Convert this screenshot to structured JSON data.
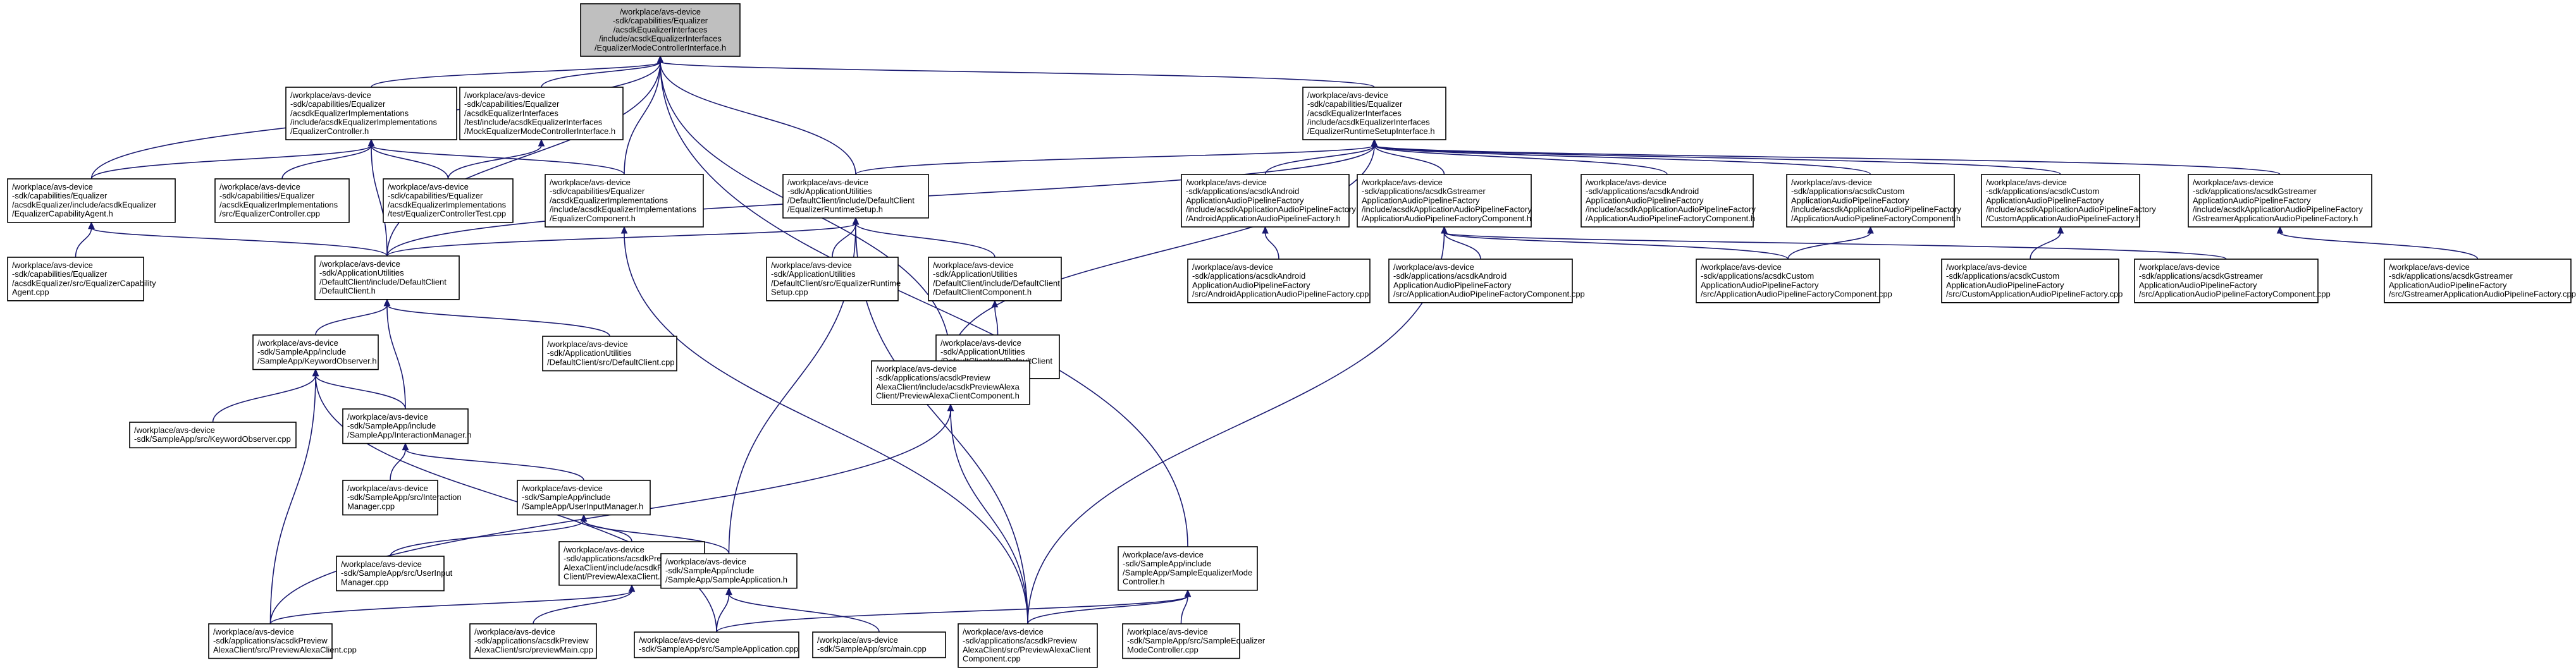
{
  "diagram": {
    "type": "include-dependency-graph",
    "nodes": [
      {
        "id": "root",
        "lines": [
          "/workplace/avs-device",
          "-sdk/capabilities/Equalizer",
          "/acsdkEqualizerInterfaces",
          "/include/acsdkEqualizerInterfaces",
          "/EqualizerModeControllerInterface.h"
        ]
      },
      {
        "id": "ec_h",
        "lines": [
          "/workplace/avs-device",
          "-sdk/capabilities/Equalizer",
          "/acsdkEqualizerImplementations",
          "/include/acsdkEqualizerImplementations",
          "/EqualizerController.h"
        ]
      },
      {
        "id": "mock_h",
        "lines": [
          "/workplace/avs-device",
          "-sdk/capabilities/Equalizer",
          "/acsdkEqualizerInterfaces",
          "/test/include/acsdkEqualizerInterfaces",
          "/MockEqualizerModeControllerInterface.h"
        ]
      },
      {
        "id": "ersi_h",
        "lines": [
          "/workplace/avs-device",
          "-sdk/capabilities/Equalizer",
          "/acsdkEqualizerInterfaces",
          "/include/acsdkEqualizerInterfaces",
          "/EqualizerRuntimeSetupInterface.h"
        ]
      },
      {
        "id": "eca_h",
        "lines": [
          "/workplace/avs-device",
          "-sdk/capabilities/Equalizer",
          "/acsdkEqualizer/include/acsdkEqualizer",
          "/EqualizerCapabilityAgent.h"
        ]
      },
      {
        "id": "ec_cpp",
        "lines": [
          "/workplace/avs-device",
          "-sdk/capabilities/Equalizer",
          "/acsdkEqualizerImplementations",
          "/src/EqualizerController.cpp"
        ]
      },
      {
        "id": "ectest_cpp",
        "lines": [
          "/workplace/avs-device",
          "-sdk/capabilities/Equalizer",
          "/acsdkEqualizerImplementations",
          "/test/EqualizerControllerTest.cpp"
        ]
      },
      {
        "id": "ecomp_h",
        "lines": [
          "/workplace/avs-device",
          "-sdk/capabilities/Equalizer",
          "/acsdkEqualizerImplementations",
          "/include/acsdkEqualizerImplementations",
          "/EqualizerComponent.h"
        ]
      },
      {
        "id": "ers_h",
        "lines": [
          "/workplace/avs-device",
          "-sdk/ApplicationUtilities",
          "/DefaultClient/include/DefaultClient",
          "/EqualizerRuntimeSetup.h"
        ]
      },
      {
        "id": "aapf_h",
        "lines": [
          "/workplace/avs-device",
          "-sdk/applications/acsdkAndroid",
          "ApplicationAudioPipelineFactory",
          "/include/acsdkApplicationAudioPipelineFactory",
          "/AndroidApplicationAudioPipelineFactory.h"
        ]
      },
      {
        "id": "gapfc_h",
        "lines": [
          "/workplace/avs-device",
          "-sdk/applications/acsdkGstreamer",
          "ApplicationAudioPipelineFactory",
          "/include/acsdkApplicationAudioPipelineFactory",
          "/ApplicationAudioPipelineFactoryComponent.h"
        ]
      },
      {
        "id": "aapfc_h",
        "lines": [
          "/workplace/avs-device",
          "-sdk/applications/acsdkAndroid",
          "ApplicationAudioPipelineFactory",
          "/include/acsdkApplicationAudioPipelineFactory",
          "/ApplicationAudioPipelineFactoryComponent.h"
        ]
      },
      {
        "id": "capfc_h",
        "lines": [
          "/workplace/avs-device",
          "-sdk/applications/acsdkCustom",
          "ApplicationAudioPipelineFactory",
          "/include/acsdkApplicationAudioPipelineFactory",
          "/ApplicationAudioPipelineFactoryComponent.h"
        ]
      },
      {
        "id": "capf_h",
        "lines": [
          "/workplace/avs-device",
          "-sdk/applications/acsdkCustom",
          "ApplicationAudioPipelineFactory",
          "/include/acsdkApplicationAudioPipelineFactory",
          "/CustomApplicationAudioPipelineFactory.h"
        ]
      },
      {
        "id": "gapf_h",
        "lines": [
          "/workplace/avs-device",
          "-sdk/applications/acsdkGstreamer",
          "ApplicationAudioPipelineFactory",
          "/include/acsdkApplicationAudioPipelineFactory",
          "/GstreamerApplicationAudioPipelineFactory.h"
        ]
      },
      {
        "id": "eca_cpp",
        "lines": [
          "/workplace/avs-device",
          "-sdk/capabilities/Equalizer",
          "/acsdkEqualizer/src/EqualizerCapability",
          "Agent.cpp"
        ]
      },
      {
        "id": "dc_h",
        "lines": [
          "/workplace/avs-device",
          "-sdk/ApplicationUtilities",
          "/DefaultClient/include/DefaultClient",
          "/DefaultClient.h"
        ]
      },
      {
        "id": "ers_cpp",
        "lines": [
          "/workplace/avs-device",
          "-sdk/ApplicationUtilities",
          "/DefaultClient/src/EqualizerRuntime",
          "Setup.cpp"
        ]
      },
      {
        "id": "dcc_h",
        "lines": [
          "/workplace/avs-device",
          "-sdk/ApplicationUtilities",
          "/DefaultClient/include/DefaultClient",
          "/DefaultClientComponent.h"
        ]
      },
      {
        "id": "aapf_cpp",
        "lines": [
          "/workplace/avs-device",
          "-sdk/applications/acsdkAndroid",
          "ApplicationAudioPipelineFactory",
          "/src/AndroidApplicationAudioPipelineFactory.cpp"
        ]
      },
      {
        "id": "aapfc_cpp",
        "lines": [
          "/workplace/avs-device",
          "-sdk/applications/acsdkAndroid",
          "ApplicationAudioPipelineFactory",
          "/src/ApplicationAudioPipelineFactoryComponent.cpp"
        ]
      },
      {
        "id": "capfc_cpp",
        "lines": [
          "/workplace/avs-device",
          "-sdk/applications/acsdkCustom",
          "ApplicationAudioPipelineFactory",
          "/src/ApplicationAudioPipelineFactoryComponent.cpp"
        ]
      },
      {
        "id": "capf_cpp",
        "lines": [
          "/workplace/avs-device",
          "-sdk/applications/acsdkCustom",
          "ApplicationAudioPipelineFactory",
          "/src/CustomApplicationAudioPipelineFactory.cpp"
        ]
      },
      {
        "id": "gapfc_cpp",
        "lines": [
          "/workplace/avs-device",
          "-sdk/applications/acsdkGstreamer",
          "ApplicationAudioPipelineFactory",
          "/src/ApplicationAudioPipelineFactoryComponent.cpp"
        ]
      },
      {
        "id": "gapf_cpp",
        "lines": [
          "/workplace/avs-device",
          "-sdk/applications/acsdkGstreamer",
          "ApplicationAudioPipelineFactory",
          "/src/GstreamerApplicationAudioPipelineFactory.cpp"
        ]
      },
      {
        "id": "ko_h",
        "lines": [
          "/workplace/avs-device",
          "-sdk/SampleApp/include",
          "/SampleApp/KeywordObserver.h"
        ]
      },
      {
        "id": "dc_cpp",
        "lines": [
          "/workplace/avs-device",
          "-sdk/ApplicationUtilities",
          "/DefaultClient/src/DefaultClient.cpp"
        ]
      },
      {
        "id": "dcc_cpp",
        "lines": [
          "/workplace/avs-device",
          "-sdk/ApplicationUtilities",
          "/DefaultClient/src/DefaultClient",
          "Component.cpp"
        ]
      },
      {
        "id": "ko_cpp",
        "lines": [
          "/workplace/avs-device",
          "-sdk/SampleApp/src/KeywordObserver.cpp"
        ]
      },
      {
        "id": "im_h",
        "lines": [
          "/workplace/avs-device",
          "-sdk/SampleApp/include",
          "/SampleApp/InteractionManager.h"
        ]
      },
      {
        "id": "pacc_h",
        "lines": [
          "/workplace/avs-device",
          "-sdk/applications/acsdkPreview",
          "AlexaClient/include/acsdkPreviewAlexa",
          "Client/PreviewAlexaClientComponent.h"
        ]
      },
      {
        "id": "im_cpp",
        "lines": [
          "/workplace/avs-device",
          "-sdk/SampleApp/src/Interaction",
          "Manager.cpp"
        ]
      },
      {
        "id": "uim_h",
        "lines": [
          "/workplace/avs-device",
          "-sdk/SampleApp/include",
          "/SampleApp/UserInputManager.h"
        ]
      },
      {
        "id": "uim_cpp",
        "lines": [
          "/workplace/avs-device",
          "-sdk/SampleApp/src/UserInput",
          "Manager.cpp"
        ]
      },
      {
        "id": "pac_h",
        "lines": [
          "/workplace/avs-device",
          "-sdk/applications/acsdkPreview",
          "AlexaClient/include/acsdkPreviewAlexa",
          "Client/PreviewAlexaClient.h"
        ]
      },
      {
        "id": "sa_h",
        "lines": [
          "/workplace/avs-device",
          "-sdk/SampleApp/include",
          "/SampleApp/SampleApplication.h"
        ]
      },
      {
        "id": "semc_h",
        "lines": [
          "/workplace/avs-device",
          "-sdk/SampleApp/include",
          "/SampleApp/SampleEqualizerMode",
          "Controller.h"
        ]
      },
      {
        "id": "pac_cpp",
        "lines": [
          "/workplace/avs-device",
          "-sdk/applications/acsdkPreview",
          "AlexaClient/src/PreviewAlexaClient.cpp"
        ]
      },
      {
        "id": "pm_cpp",
        "lines": [
          "/workplace/avs-device",
          "-sdk/applications/acsdkPreview",
          "AlexaClient/src/previewMain.cpp"
        ]
      },
      {
        "id": "sa_cpp",
        "lines": [
          "/workplace/avs-device",
          "-sdk/SampleApp/src/SampleApplication.cpp"
        ]
      },
      {
        "id": "main_cpp",
        "lines": [
          "/workplace/avs-device",
          "-sdk/SampleApp/src/main.cpp"
        ]
      },
      {
        "id": "pacc_cpp",
        "lines": [
          "/workplace/avs-device",
          "-sdk/applications/acsdkPreview",
          "AlexaClient/src/PreviewAlexaClient",
          "Component.cpp"
        ]
      },
      {
        "id": "semc_cpp",
        "lines": [
          "/workplace/avs-device",
          "-sdk/SampleApp/src/SampleEqualizer",
          "ModeController.cpp"
        ]
      }
    ],
    "edges": [
      [
        "ec_h",
        "root"
      ],
      [
        "mock_h",
        "root"
      ],
      [
        "ersi_h",
        "root"
      ],
      [
        "eca_h",
        "root"
      ],
      [
        "dc_h",
        "root"
      ],
      [
        "ecomp_h",
        "root"
      ],
      [
        "ers_h",
        "root"
      ],
      [
        "pacc_h",
        "root"
      ],
      [
        "semc_h",
        "root"
      ],
      [
        "eca_h",
        "ec_h"
      ],
      [
        "ec_cpp",
        "ec_h"
      ],
      [
        "ectest_cpp",
        "ec_h"
      ],
      [
        "dc_h",
        "ec_h"
      ],
      [
        "ecomp_h",
        "ec_h"
      ],
      [
        "ectest_cpp",
        "mock_h"
      ],
      [
        "ers_h",
        "ersi_h"
      ],
      [
        "aapf_h",
        "ersi_h"
      ],
      [
        "gapfc_h",
        "ersi_h"
      ],
      [
        "aapfc_h",
        "ersi_h"
      ],
      [
        "capfc_h",
        "ersi_h"
      ],
      [
        "capf_h",
        "ersi_h"
      ],
      [
        "gapf_h",
        "ersi_h"
      ],
      [
        "dc_h",
        "ersi_h"
      ],
      [
        "pacc_h",
        "ersi_h"
      ],
      [
        "eca_cpp",
        "eca_h"
      ],
      [
        "dc_h",
        "eca_h"
      ],
      [
        "dc_h",
        "ers_h"
      ],
      [
        "ers_cpp",
        "ers_h"
      ],
      [
        "dcc_h",
        "ers_h"
      ],
      [
        "sa_h",
        "ers_h"
      ],
      [
        "pacc_cpp",
        "ers_h"
      ],
      [
        "pacc_cpp",
        "ecomp_h"
      ],
      [
        "aapf_cpp",
        "aapf_h"
      ],
      [
        "aapfc_cpp",
        "gapfc_h"
      ],
      [
        "capfc_cpp",
        "gapfc_h"
      ],
      [
        "gapfc_cpp",
        "gapfc_h"
      ],
      [
        "pacc_cpp",
        "gapfc_h"
      ],
      [
        "capfc_cpp",
        "capfc_h"
      ],
      [
        "capf_cpp",
        "capf_h"
      ],
      [
        "gapf_cpp",
        "gapf_h"
      ],
      [
        "ko_h",
        "dc_h"
      ],
      [
        "dc_cpp",
        "dc_h"
      ],
      [
        "im_h",
        "dc_h"
      ],
      [
        "dcc_cpp",
        "dcc_h"
      ],
      [
        "ko_cpp",
        "ko_h"
      ],
      [
        "im_h",
        "ko_h"
      ],
      [
        "pac_cpp",
        "ko_h"
      ],
      [
        "sa_cpp",
        "ko_h"
      ],
      [
        "im_cpp",
        "im_h"
      ],
      [
        "uim_h",
        "im_h"
      ],
      [
        "pac_cpp",
        "pacc_h"
      ],
      [
        "pacc_cpp",
        "pacc_h"
      ],
      [
        "uim_cpp",
        "uim_h"
      ],
      [
        "pac_h",
        "uim_h"
      ],
      [
        "sa_h",
        "uim_h"
      ],
      [
        "pac_cpp",
        "pac_h"
      ],
      [
        "pm_cpp",
        "pac_h"
      ],
      [
        "sa_cpp",
        "sa_h"
      ],
      [
        "main_cpp",
        "sa_h"
      ],
      [
        "pac_h",
        "sa_h"
      ],
      [
        "sa_cpp",
        "semc_h"
      ],
      [
        "semc_cpp",
        "semc_h"
      ],
      [
        "pacc_cpp",
        "semc_h"
      ]
    ]
  }
}
